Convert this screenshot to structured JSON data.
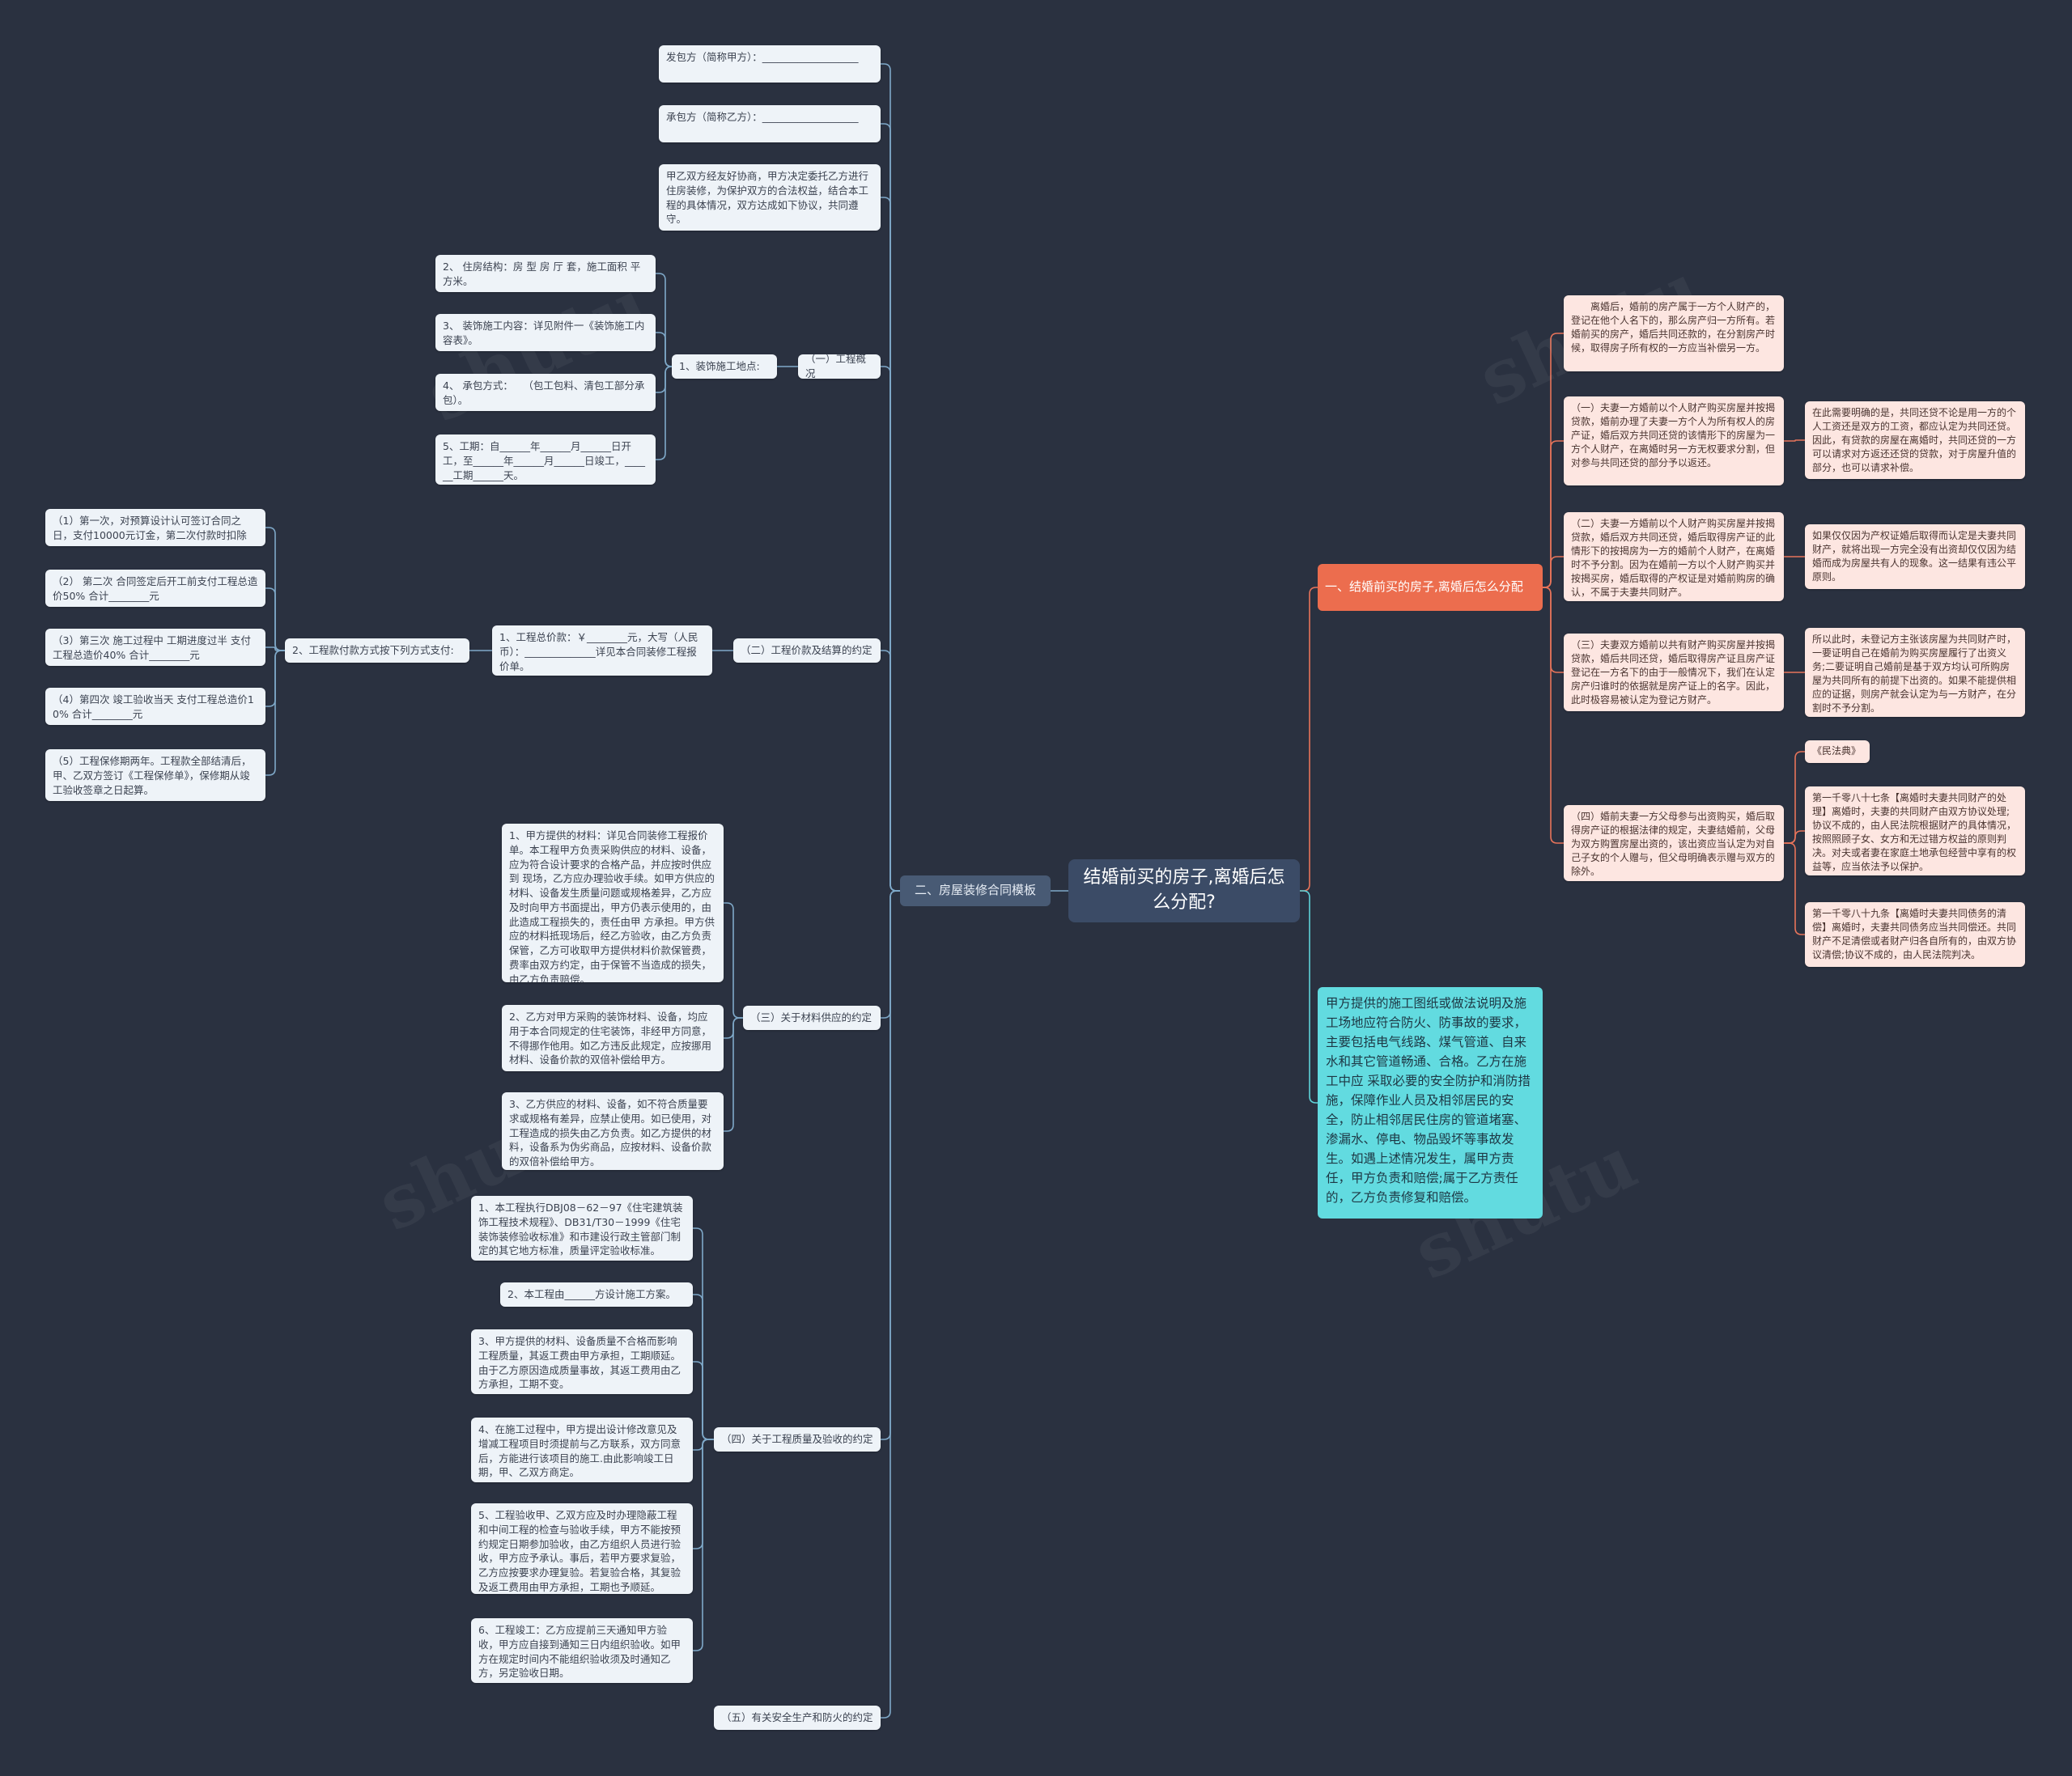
{
  "root": "结婚前买的房子,离婚后怎么分配?",
  "right": {
    "branch1": {
      "title": "一、结婚前买的房子,离婚后怎么分配",
      "intro": "　　离婚后，婚前的房产属于一方个人财产的，登记在他个人名下的，那么房产归一方所有。若婚前买的房产，婚后共同还款的，在分割房产时候，取得房子所有权的一方应当补偿另一方。",
      "case1": "（一）夫妻一方婚前以个人财产购买房屋并按揭贷款，婚前办理了夫妻一方个人为所有权人的房产证，婚后双方共同还贷的该情形下的房屋为一方个人财产，在离婚时另一方无权要求分割，但对参与共同还贷的部分予以返还。",
      "case1_note": "在此需要明确的是，共同还贷不论是用一方的个人工资还是双方的工资，都应认定为共同还贷。因此，有贷款的房屋在离婚时，共同还贷的一方可以请求对方返还还贷的贷款，对于房屋升值的部分，也可以请求补偿。",
      "case2": "（二）夫妻一方婚前以个人财产购买房屋并按揭贷款，婚后双方共同还贷，婚后取得房产证的此情形下的按揭房为一方的婚前个人财产，在离婚时不予分割。因为在婚前一方以个人财产购买并按揭买房，婚后取得的产权证是对婚前购房的确认，不属于夫妻共同财产。",
      "case2_note": "如果仅仅因为产权证婚后取得而认定是夫妻共同财产，就将出现一方完全没有出资却仅仅因为结婚而成为房屋共有人的现象。这一结果有违公平原则。",
      "case3": "（三）夫妻双方婚前以共有财产购买房屋并按揭贷款，婚后共同还贷，婚后取得房产证且房产证登记在一方名下的由于一般情况下，我们在认定房产归谁时的依据就是房产证上的名字。因此，此时极容易被认定为登记方财产。",
      "case3_note": "所以此时，未登记方主张该房屋为共同财产时，一要证明自己在婚前为购买房屋履行了出资义务;二要证明自己婚前是基于双方均认可所购房屋为共同所有的前提下出资的。如果不能提供相应的证据，则房产就会认定为与一方财产，在分割时不予分割。",
      "case4": "（四）婚前夫妻一方父母参与出资购买，婚后取得房产证的根据法律的规定，夫妻结婚前，父母为双方购置房屋出资的，该出资应当认定为对自己子女的个人赠与，但父母明确表示赠与双方的除外。",
      "law_title": "《民法典》",
      "law1": "第一千零八十七条【离婚时夫妻共同财产的处理】离婚时，夫妻的共同财产由双方协议处理;协议不成的，由人民法院根据财产的具体情况，按照照顾子女、女方和无过错方权益的原则判决。对夫或者妻在家庭土地承包经营中享有的权益等，应当依法予以保护。",
      "law2": "第一千零八十九条【离婚时夫妻共同债务的清偿】离婚时，夫妻共同债务应当共同偿还。共同财产不足清偿或者财产归各自所有的，由双方协议清偿;协议不成的，由人民法院判决。"
    },
    "teal_note": "甲方提供的施工图纸或做法说明及施工场地应符合防火、防事故的要求，主要包括电气线路、煤气管道、自来水和其它管道畅通、合格。乙方在施工中应 采取必要的安全防护和消防措施，保障作业人员及相邻居民的安全，防止相邻居民住房的管道堵塞、渗漏水、停电、物品毁坏等事故发生。如遇上述情况发生，属甲方责任，甲方负责和赔偿;属于乙方责任的，乙方负责修复和赔偿。"
  },
  "left": {
    "title": "二、房屋装修合同模板",
    "top": {
      "party_a": "发包方（简称甲方）：___________________",
      "party_b": "承包方（简称乙方）：___________________",
      "preamble": "甲乙双方经友好协商，甲方决定委托乙方进行住房装修，为保护双方的合法权益，结合本工程的具体情况，双方达成如下协议，共同遵守。"
    },
    "sec1": {
      "title": "（一）工程概况",
      "sub": "1、装饰施工地点:",
      "items": [
        "2、 住房结构：房 型 房 厅 套，施工面积 平方米。",
        "3、 装饰施工内容：详见附件一《装饰施工内容表》。",
        "4、 承包方式：　　（包工包料、清包工部分承包）。",
        "5、工期：自______年______月______日开工，至______年______月______日竣工，______工期______天。"
      ]
    },
    "sec2": {
      "title": "（二）工程价款及结算的约定",
      "total": "1、工程总价款：￥________元，大写（人民币）：______________详见本合同装修工程报价单。",
      "pay_title": "2、工程款付款方式按下列方式支付:",
      "payments": [
        "（1）第一次，对预算设计认可签订合同之日，支付10000元订金，第二次付款时扣除",
        "（2） 第二次 合同签定后开工前支付工程总造价50% 合计________元",
        "（3）第三次 施工过程中 工期进度过半 支付工程总造价40% 合计________元",
        "（4）第四次 竣工验收当天 支付工程总造价10% 合计________元",
        "（5）工程保修期两年。工程款全部结清后，甲、乙双方签订《工程保修单》，保修期从竣工验收签章之日起算。"
      ]
    },
    "sec3": {
      "title": "（三）关于材料供应的约定",
      "items": [
        "1、甲方提供的材料：详见合同装修工程报价单。本工程甲方负责采购供应的材料、设备，应为符合设计要求的合格产品，并应按时供应到 现场，乙方应办理验收手续。如甲方供应的材料、设备发生质量问题或规格差异，乙方应及时向甲方书面提出，甲方仍表示使用的，由此造成工程损失的，责任由甲 方承担。甲方供应的材料抵现场后，经乙方验收，由乙方负责保管，乙方可收取甲方提供材料价款保管费，费率由双方约定，由于保管不当造成的损失，由乙方负责赔偿。",
        "2、乙方对甲方采购的装饰材料、设备，均应用于本合同规定的住宅装饰，非经甲方同意，不得挪作他用。如乙方违反此规定，应按挪用材料、设备价款的双倍补偿给甲方。",
        "3、乙方供应的材料、设备，如不符合质量要求或规格有差异，应禁止使用。如已使用，对工程造成的损失由乙方负责。如乙方提供的材料，设备系为伪劣商品，应按材料、设备价款的双倍补偿给甲方。"
      ]
    },
    "sec4": {
      "title": "（四）关于工程质量及验收的约定",
      "items": [
        "1、本工程执行DBJ08－62－97《住宅建筑装饰工程技术规程》、DB31/T30－1999《住宅装饰装修验收标准》和市建设行政主管部门制定的其它地方标准，质量评定验收标准。",
        "2、本工程由______方设计施工方案。",
        "3、甲方提供的材料、设备质量不合格而影响工程质量，其返工费由甲方承担，工期顺延。由于乙方原因造成质量事故，其返工费用由乙方承担，工期不变。",
        "4、在施工过程中，甲方提出设计修改意见及增减工程项目时须提前与乙方联系，双方同意后，方能进行该项目的施工.由此影响竣工日期，甲、乙双方商定。",
        "5、工程验收甲、乙双方应及时办理隐蔽工程和中间工程的检查与验收手续，甲方不能按预约规定日期参加验收，由乙方组织人员进行验收，甲方应予承认。事后，若甲方要求复验，乙方应按要求办理复验。若复验合格，其复验及返工费用由甲方承担，工期也予顺延。",
        "6、工程竣工：乙方应提前三天通知甲方验收，甲方应自接到通知三日内组织验收。如甲方在规定时间内不能组织验收须及时通知乙方，另定验收日期。"
      ]
    },
    "sec5": {
      "title": "（五）有关安全生产和防火的约定"
    }
  },
  "colors": {
    "background": "#2a3140",
    "line_blue": "#7fa9c9",
    "line_orange": "#e8745a",
    "line_teal": "#5fd3d8",
    "node_light": "#eef3f8",
    "node_pink": "#fde6e1",
    "root": "#3b4b66",
    "orange": "#ec6d4e",
    "teal": "#62dbe0",
    "slate": "#485a74"
  }
}
